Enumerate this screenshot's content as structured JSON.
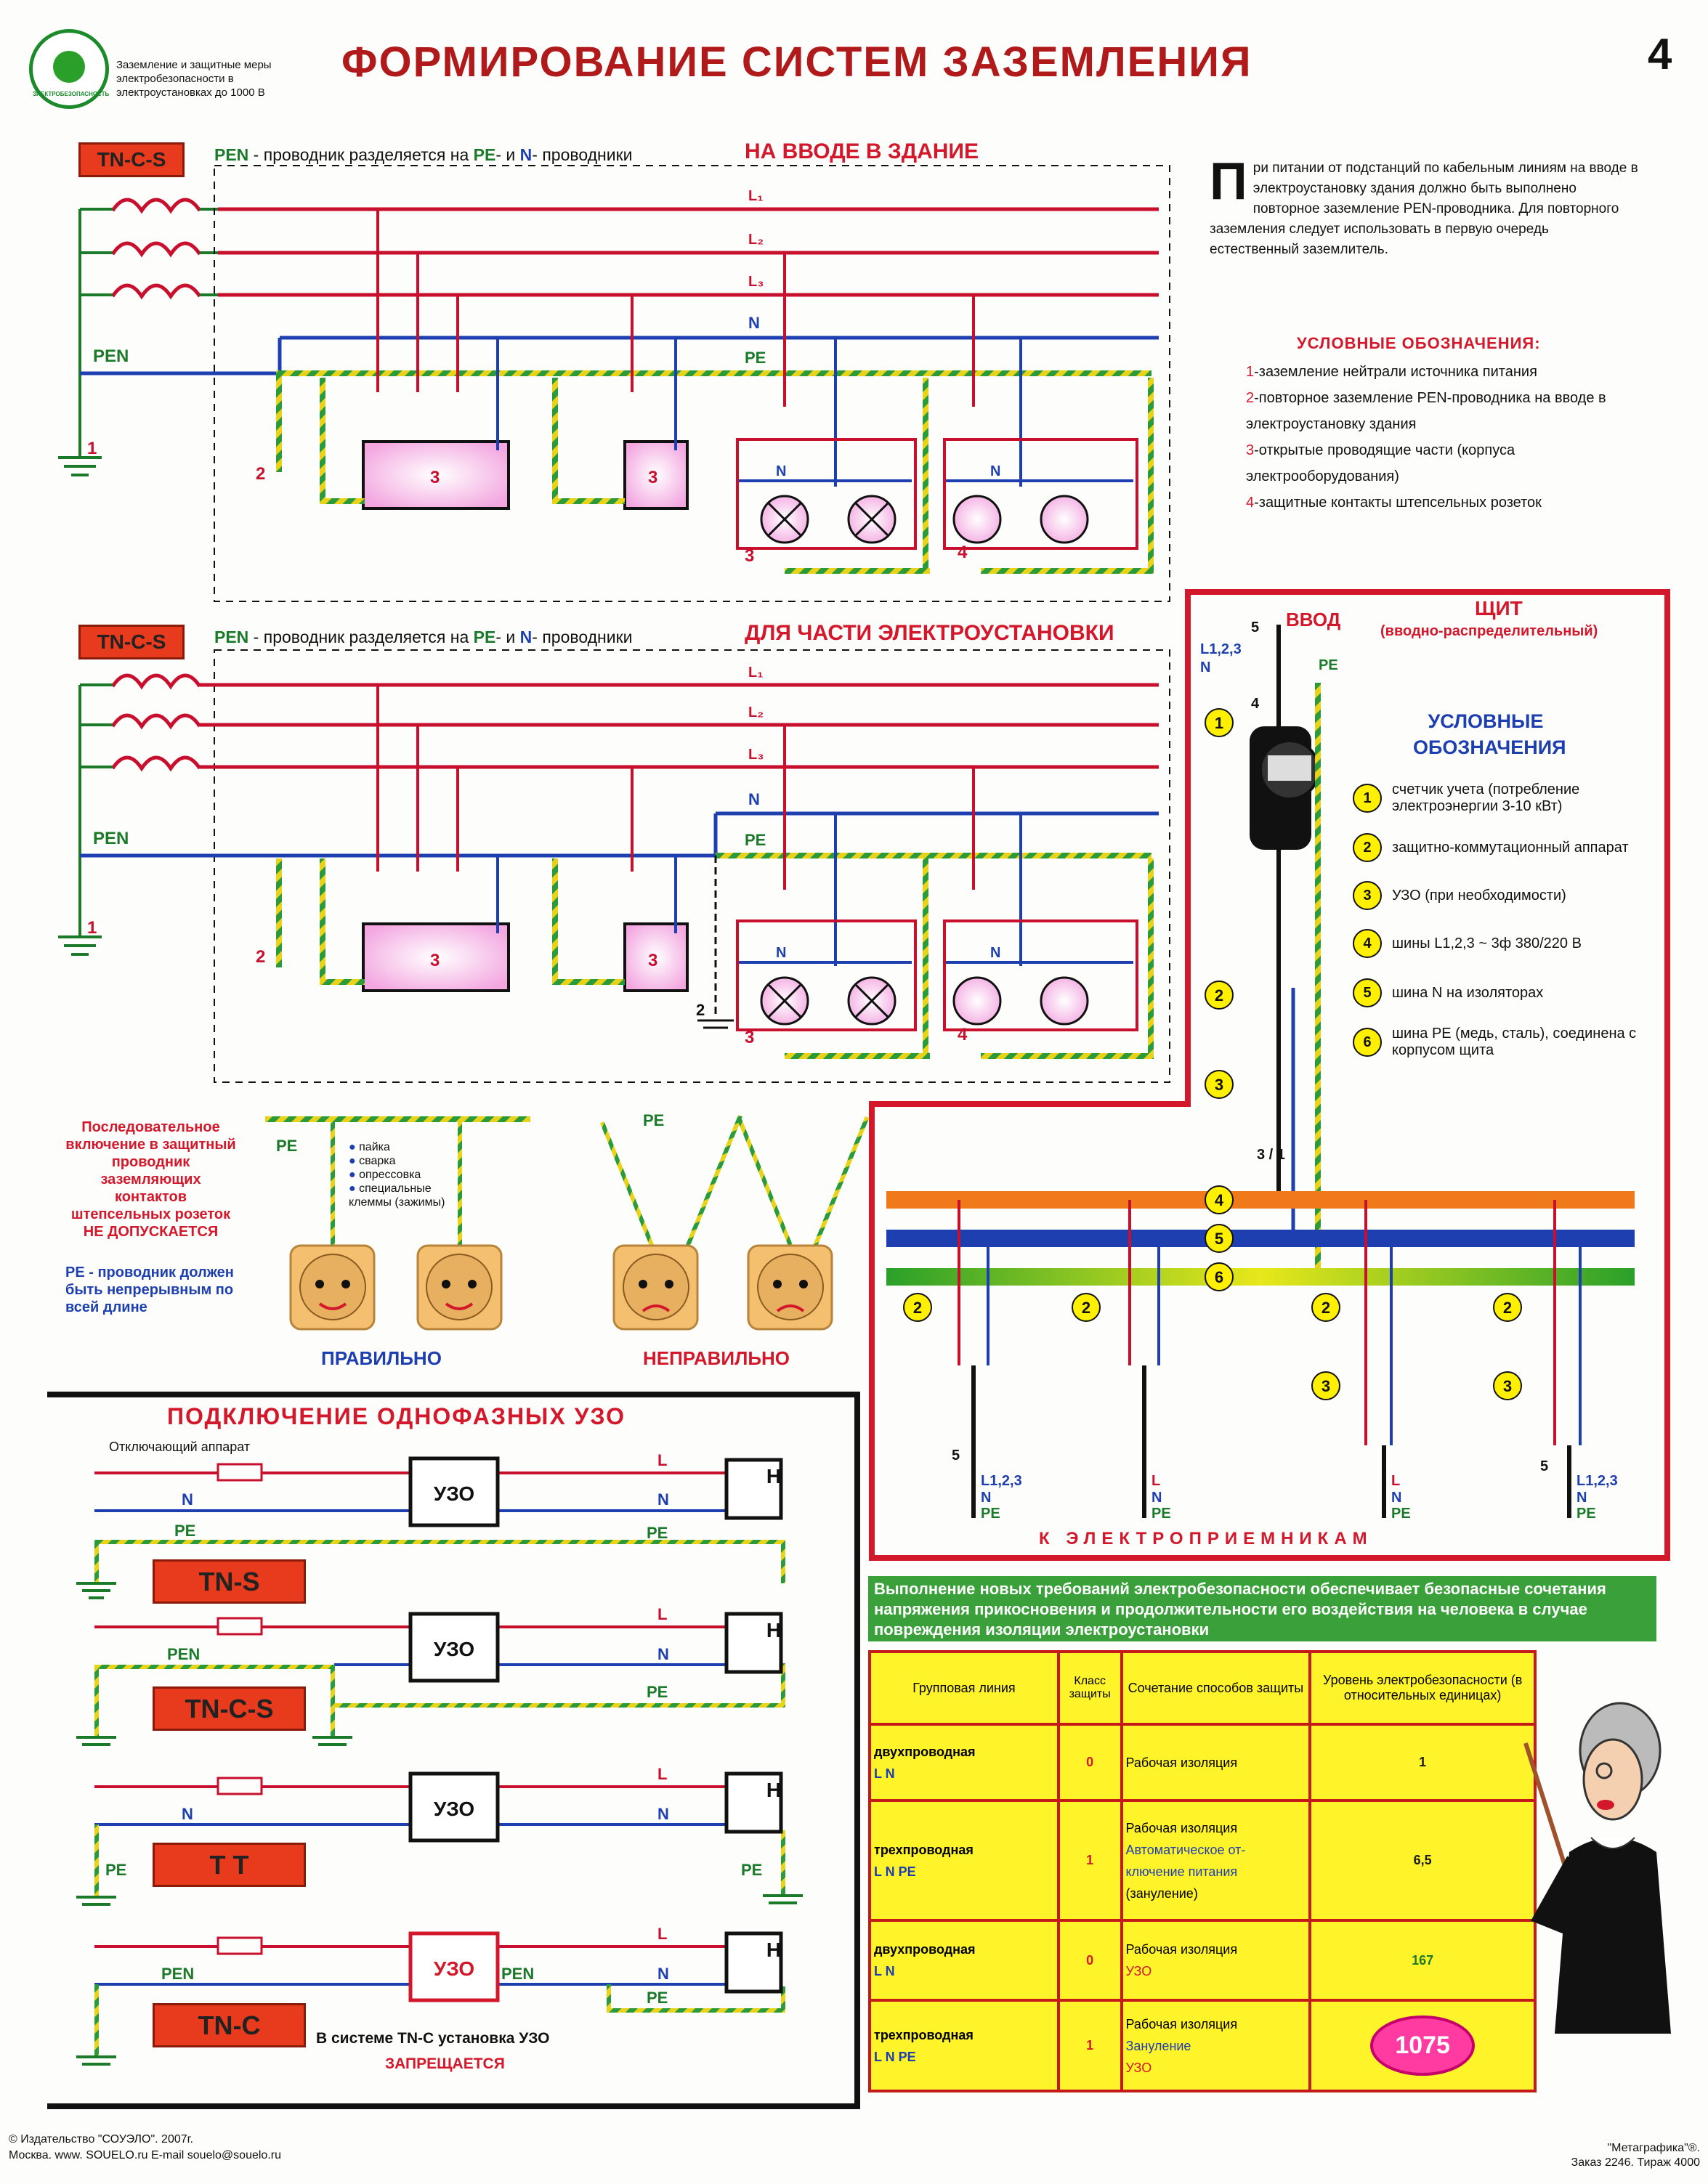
{
  "header": {
    "title": "ФОРМИРОВАНИЕ СИСТЕМ ЗАЗЕМЛЕНИЯ",
    "page_number": "4",
    "subtitle": "Заземление и защитные меры электробезопасности в электроустановках до 1000 В",
    "logo_text": "ЭЛЕКТРОБЕЗОПАСНОСТЬ"
  },
  "section1": {
    "system_tag": "TN-C-S",
    "caption_pen": "PEN",
    "caption_text1": " - проводник разделяется на ",
    "caption_pe": "PE",
    "caption_and": "- и ",
    "caption_n": "N",
    "caption_text2": "- проводники",
    "title": "НА ВВОДЕ В ЗДАНИЕ",
    "labels": {
      "L1": "L₁",
      "L2": "L₂",
      "L3": "L₃",
      "N": "N",
      "PE": "PE",
      "PEN": "PEN",
      "n1": "1",
      "n2": "2",
      "n3": "3",
      "n4": "4"
    }
  },
  "section2": {
    "system_tag": "TN-C-S",
    "title": "ДЛЯ ЧАСТИ ЭЛЕКТРОУСТАНОВКИ"
  },
  "intro": {
    "drop_cap": "П",
    "text": "ри питании от подстанций по кабельным линиям на вводе в электроустановку здания должно быть выполнено повторное заземление PEN-проводника. Для повторного заземления следует использовать в первую очередь естественный заземлитель."
  },
  "legend1": {
    "title": "УСЛОВНЫЕ ОБОЗНАЧЕНИЯ:",
    "items": [
      {
        "num": "1",
        "text": "-заземление нейтрали источника питания"
      },
      {
        "num": "2",
        "text": "-повторное заземление PEN-проводника на вводе в электроустановку здания"
      },
      {
        "num": "3",
        "text": "-открытые проводящие части (корпуса электрооборудования)"
      },
      {
        "num": "4",
        "text": "-защитные контакты штепсельных розеток"
      }
    ]
  },
  "panel": {
    "vvod": "ВВОД",
    "title": "ЩИТ",
    "subtitle": "(вводно-распределительный)",
    "legend_title": "УСЛОВНЫЕ ОБОЗНАЧЕНИЯ",
    "legend": [
      {
        "num": "1",
        "text": "счетчик учета (потребление электроэнергии 3-10 кВт)"
      },
      {
        "num": "2",
        "text": "защитно-коммутационный аппарат"
      },
      {
        "num": "3",
        "text": "УЗО (при необходимости)"
      },
      {
        "num": "4",
        "text": "шины L1,2,3 ~ 3ф 380/220 В"
      },
      {
        "num": "5",
        "text": "шина N на изоляторах"
      },
      {
        "num": "6",
        "text": "шина PE (медь, сталь), соединена с корпусом щита"
      }
    ],
    "footer": "К ЭЛЕКТРОПРИЕМНИКАМ",
    "wire_labels": {
      "l123": "L1,2,3",
      "n": "N",
      "pe": "PE",
      "five": "5",
      "four": "4",
      "three1": "3 / 1"
    }
  },
  "sockets": {
    "left_note": "Последовательное включение в защитный проводник заземляющих контактов штепсельных розеток",
    "left_note_red": "НЕ ДОПУСКАЕТСЯ",
    "pe_note": "PE - проводник должен быть непрерывным по всей длине",
    "pe_label": "PE",
    "methods": [
      "пайка",
      "сварка",
      "опрессовка",
      "специальные клеммы (зажимы)"
    ],
    "correct": "ПРАВИЛЬНО",
    "incorrect": "НЕПРАВИЛЬНО"
  },
  "uzo": {
    "title": "ПОДКЛЮЧЕНИЕ ОДНОФАЗНЫХ УЗО",
    "switch_label": "Отключающий аппарат",
    "box": "УЗО",
    "load": "Н",
    "systems": [
      "TN-S",
      "TN-C-S",
      "T T",
      "TN-C"
    ],
    "note": "В системе TN-C установка УЗО",
    "note_red": "ЗАПРЕЩАЕТСЯ",
    "wires": {
      "L": "L",
      "N": "N",
      "PE": "PE",
      "PEN": "PEN"
    }
  },
  "safety": {
    "banner": "Выполнение новых требований электробезопасности обеспечивает безопасные сочетания напряжения прикосновения и продолжительности его воздействия на человека в случае повреждения изоляции электроустановки",
    "headers": [
      "Групповая линия",
      "Класс защиты",
      "Сочетание способов защиты",
      "Уровень электробезопасности (в относительных единицах)"
    ],
    "rows": [
      {
        "line": "двухпроводная",
        "wires": "L N",
        "cls": "0",
        "methods": [
          "Рабочая изоляция"
        ],
        "level": "1"
      },
      {
        "line": "трехпроводная",
        "wires": "L N PE",
        "cls": "1",
        "methods": [
          "Рабочая изоляция",
          "Автоматическое от-",
          "ключение питания",
          "(зануление)"
        ],
        "level": "6,5"
      },
      {
        "line": "двухпроводная",
        "wires": "L N",
        "cls": "0",
        "methods": [
          "Рабочая изоляция",
          "УЗО"
        ],
        "level": "167"
      },
      {
        "line": "трехпроводная",
        "wires": "L N PE",
        "cls": "1",
        "methods": [
          "Рабочая изоляция",
          "Зануление",
          "УЗО"
        ],
        "level": "1075"
      }
    ]
  },
  "footer": {
    "left1": "© Издательство \"СОУЭЛО\". 2007г.",
    "left2": "Москва. www. SOUELO.ru  E-mail souelo@souelo.ru",
    "right1": "\"Метаграфика\"®.",
    "right2": "Заказ 2246. Тираж 4000"
  },
  "colors": {
    "red": "#c8102e",
    "blue": "#1d3fb0",
    "pe_yellow": "#e8d31a",
    "pe_green": "#2a9a3a",
    "orange_bus": "#f07a1a",
    "panel_border": "#d4182c"
  }
}
